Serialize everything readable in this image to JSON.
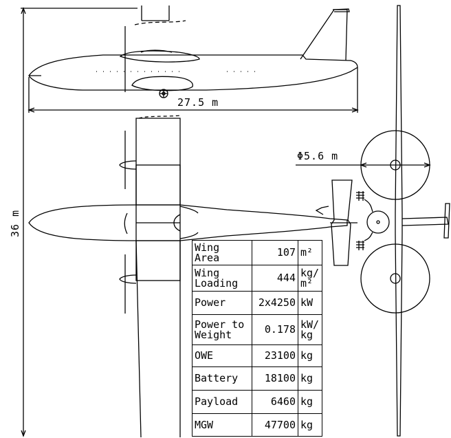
{
  "dimensions": {
    "length": "27.5 m",
    "span": "36 m",
    "rotor_diameter": "Φ5.6 m"
  },
  "specs": [
    {
      "label": "Wing Area",
      "value": "107",
      "unit": "m²"
    },
    {
      "label": "Wing Loading",
      "value": "444",
      "unit": "kg/ m²"
    },
    {
      "label": "Power",
      "value": "2x4250",
      "unit": "kW"
    },
    {
      "label": "Power to Weight",
      "value": "0.178",
      "unit": "kW/ kg"
    },
    {
      "label": "OWE",
      "value": "23100",
      "unit": "kg"
    },
    {
      "label": "Battery",
      "value": "18100",
      "unit": "kg"
    },
    {
      "label": "Payload",
      "value": "6460",
      "unit": "kg"
    },
    {
      "label": "MGW",
      "value": "47700",
      "unit": "kg"
    }
  ]
}
